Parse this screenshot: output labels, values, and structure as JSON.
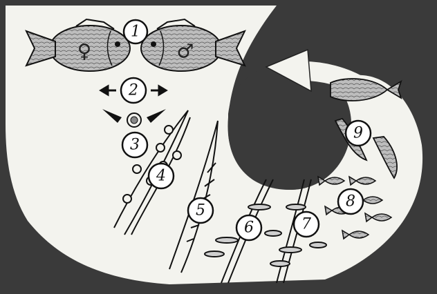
{
  "colors": {
    "background": "#3a3a3a",
    "cycle_area": "#f3f3ee",
    "ink": "#111111",
    "fish_fill": "#bdbdbd"
  },
  "icons": {
    "female": "female-symbol-icon",
    "male": "male-symbol-icon",
    "cycle_arrow": "cycle-arrow-icon"
  },
  "symbols": {
    "female": "♀",
    "male": "♂"
  },
  "stages": [
    {
      "label": "1"
    },
    {
      "label": "2"
    },
    {
      "label": "3"
    },
    {
      "label": "4"
    },
    {
      "label": "5"
    },
    {
      "label": "6"
    },
    {
      "label": "7"
    },
    {
      "label": "8"
    },
    {
      "label": "9"
    }
  ]
}
